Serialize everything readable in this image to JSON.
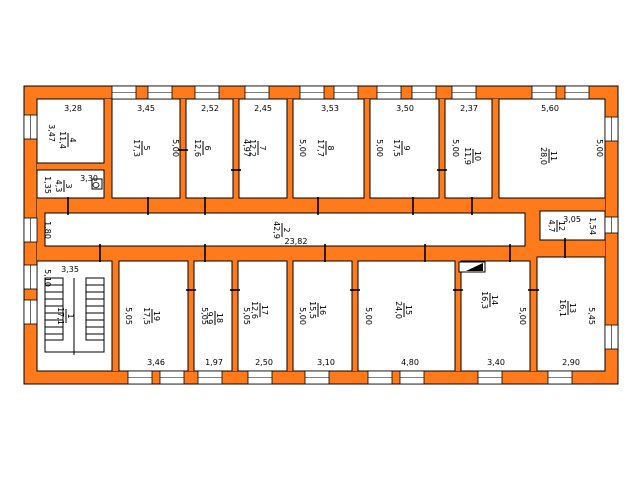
{
  "colors": {
    "wall": "#ff7a1a",
    "line": "#000000",
    "floor": "#ffffff"
  },
  "top_dims": [
    {
      "id": "t-328",
      "text": "3,28"
    },
    {
      "id": "t-345",
      "text": "3,45"
    },
    {
      "id": "t-252",
      "text": "2,52"
    },
    {
      "id": "t-245",
      "text": "2,45"
    },
    {
      "id": "t-353",
      "text": "3,53"
    },
    {
      "id": "t-350",
      "text": "3,50"
    },
    {
      "id": "t-237",
      "text": "2,37"
    },
    {
      "id": "t-560",
      "text": "5,60"
    }
  ],
  "bottom_dims": [
    {
      "id": "b-346",
      "text": "3,46"
    },
    {
      "id": "b-197",
      "text": "1,97"
    },
    {
      "id": "b-250",
      "text": "2,50"
    },
    {
      "id": "b-310",
      "text": "3,10"
    },
    {
      "id": "b-480",
      "text": "4,80"
    },
    {
      "id": "b-340",
      "text": "3,40"
    },
    {
      "id": "b-290",
      "text": "2,90"
    }
  ],
  "side_dims": [
    {
      "id": "s-347",
      "text": "3,47"
    },
    {
      "id": "s-135",
      "text": "1,35"
    },
    {
      "id": "s-180",
      "text": "1,80"
    },
    {
      "id": "s-510",
      "text": "5,10"
    }
  ],
  "inner_dims": [
    {
      "id": "d-330",
      "text": "3,30"
    },
    {
      "id": "d-335",
      "text": "3,35"
    },
    {
      "id": "d-2382",
      "text": "23,82"
    },
    {
      "id": "d-305",
      "text": "3,05"
    },
    {
      "id": "d-154",
      "text": "1,54"
    },
    {
      "id": "d-545",
      "text": "5,45"
    },
    {
      "id": "d-505a",
      "text": "5,05"
    },
    {
      "id": "d-505b",
      "text": "5,05"
    },
    {
      "id": "d-505c",
      "text": "5,05"
    },
    {
      "id": "d-500-16",
      "text": "5,00"
    },
    {
      "id": "d-500-15",
      "text": "5,00"
    },
    {
      "id": "d-500-14",
      "text": "5,00"
    },
    {
      "id": "d-500-5",
      "text": "5,00"
    },
    {
      "id": "d-497",
      "text": "4,97"
    },
    {
      "id": "d-500-7",
      "text": "5,00"
    },
    {
      "id": "d-500-8",
      "text": "5,00"
    },
    {
      "id": "d-500-9",
      "text": "5,00"
    },
    {
      "id": "d-500-11",
      "text": "5,00"
    }
  ],
  "rooms": [
    {
      "id": "r1",
      "num": "1",
      "area": "17,1"
    },
    {
      "id": "r2",
      "num": "2",
      "area": "42,9"
    },
    {
      "id": "r3",
      "num": "3",
      "area": "4,3"
    },
    {
      "id": "r4",
      "num": "4",
      "area": "11,4"
    },
    {
      "id": "r5",
      "num": "5",
      "area": "17,3"
    },
    {
      "id": "r6",
      "num": "6",
      "area": "12,6"
    },
    {
      "id": "r7",
      "num": "7",
      "area": "12,2"
    },
    {
      "id": "r8",
      "num": "8",
      "area": "17,7"
    },
    {
      "id": "r9",
      "num": "9",
      "area": "17,5"
    },
    {
      "id": "r10",
      "num": "10",
      "area": "11,9"
    },
    {
      "id": "r11",
      "num": "11",
      "area": "28,0"
    },
    {
      "id": "r12",
      "num": "12",
      "area": "4,7"
    },
    {
      "id": "r13",
      "num": "13",
      "area": "16,1"
    },
    {
      "id": "r14",
      "num": "14",
      "area": "16,3"
    },
    {
      "id": "r15",
      "num": "15",
      "area": "24,0"
    },
    {
      "id": "r16",
      "num": "16",
      "area": "15,5"
    },
    {
      "id": "r17",
      "num": "17",
      "area": "12,6"
    },
    {
      "id": "r18",
      "num": "18",
      "area": "9,9"
    },
    {
      "id": "r19",
      "num": "19",
      "area": "17,5"
    }
  ]
}
